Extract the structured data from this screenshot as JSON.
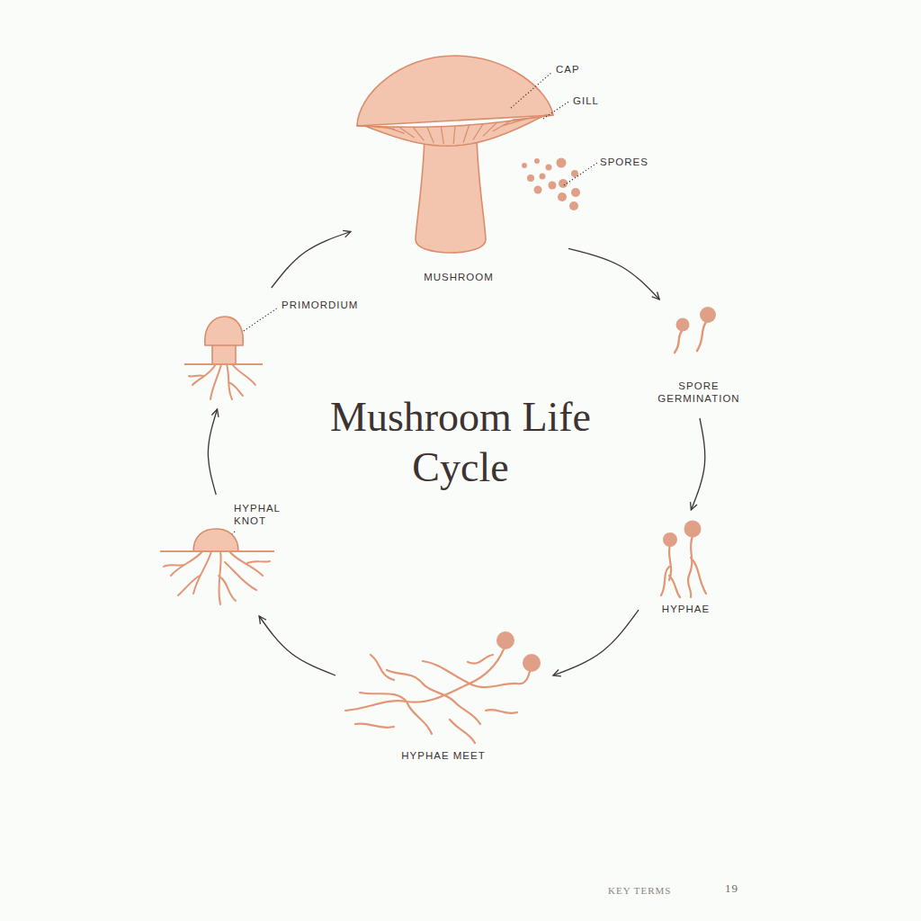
{
  "diagram": {
    "title": "Mushroom Life Cycle",
    "nodes": [
      {
        "text": [
          "MUSHROOM"
        ]
      },
      {
        "text": [
          "SPORE GERMINATION"
        ]
      },
      {
        "text": [
          "HYPHAE"
        ]
      },
      {
        "text": [
          "HYPHAE MEET"
        ]
      },
      {
        "text": [
          "HYPHAL KNOT"
        ]
      },
      {
        "text": [
          "PRIMORDIUM"
        ]
      }
    ],
    "edges": [
      {
        "from": 0,
        "to": 1,
        "arrow": "to"
      },
      {
        "from": 1,
        "to": 2,
        "arrow": "to"
      },
      {
        "from": 2,
        "to": 3,
        "arrow": "to"
      },
      {
        "from": 3,
        "to": 4,
        "arrow": "to"
      },
      {
        "from": 4,
        "to": 5,
        "arrow": "to"
      },
      {
        "from": 5,
        "to": 0,
        "arrow": "to"
      }
    ],
    "labels": [
      "CAP",
      "GILL",
      "SPORES",
      "KEY TERMS",
      "19"
    ]
  }
}
